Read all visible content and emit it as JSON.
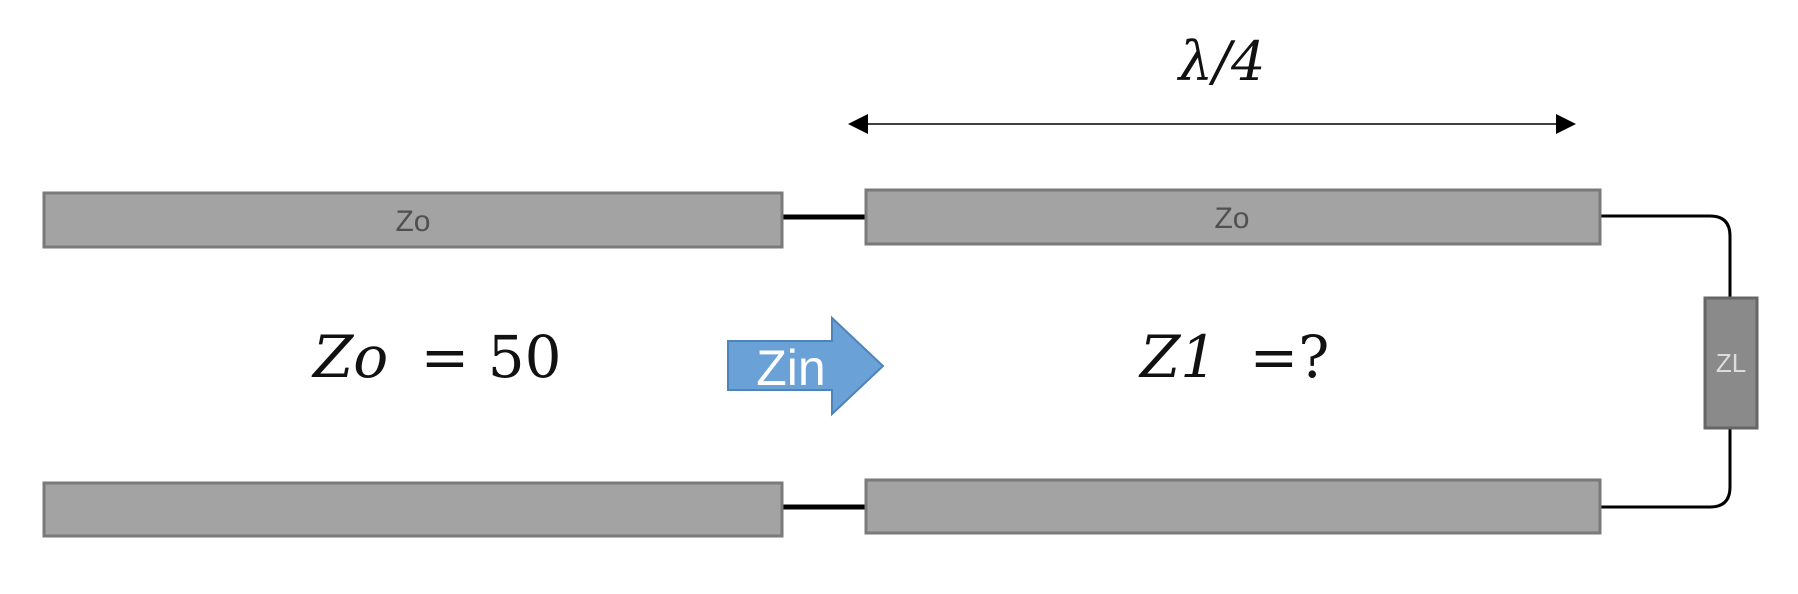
{
  "diagram": {
    "length_label": "λ/4",
    "top_left_line_label": "Zo",
    "top_right_line_label": "Zo",
    "zo_symbol": "Zo",
    "zo_equals": "= 50",
    "z1_symbol": "Z1",
    "z1_equals": "=?",
    "input_arrow_label": "Zin",
    "load_label": "ZL"
  },
  "colors": {
    "line_fill": "#a3a3a3",
    "line_stroke": "#7a7a7a",
    "arrow_fill": "#6aa2d8",
    "arrow_stroke": "#4f84ba",
    "load_fill": "#8a8a8a",
    "wire": "#000000"
  }
}
